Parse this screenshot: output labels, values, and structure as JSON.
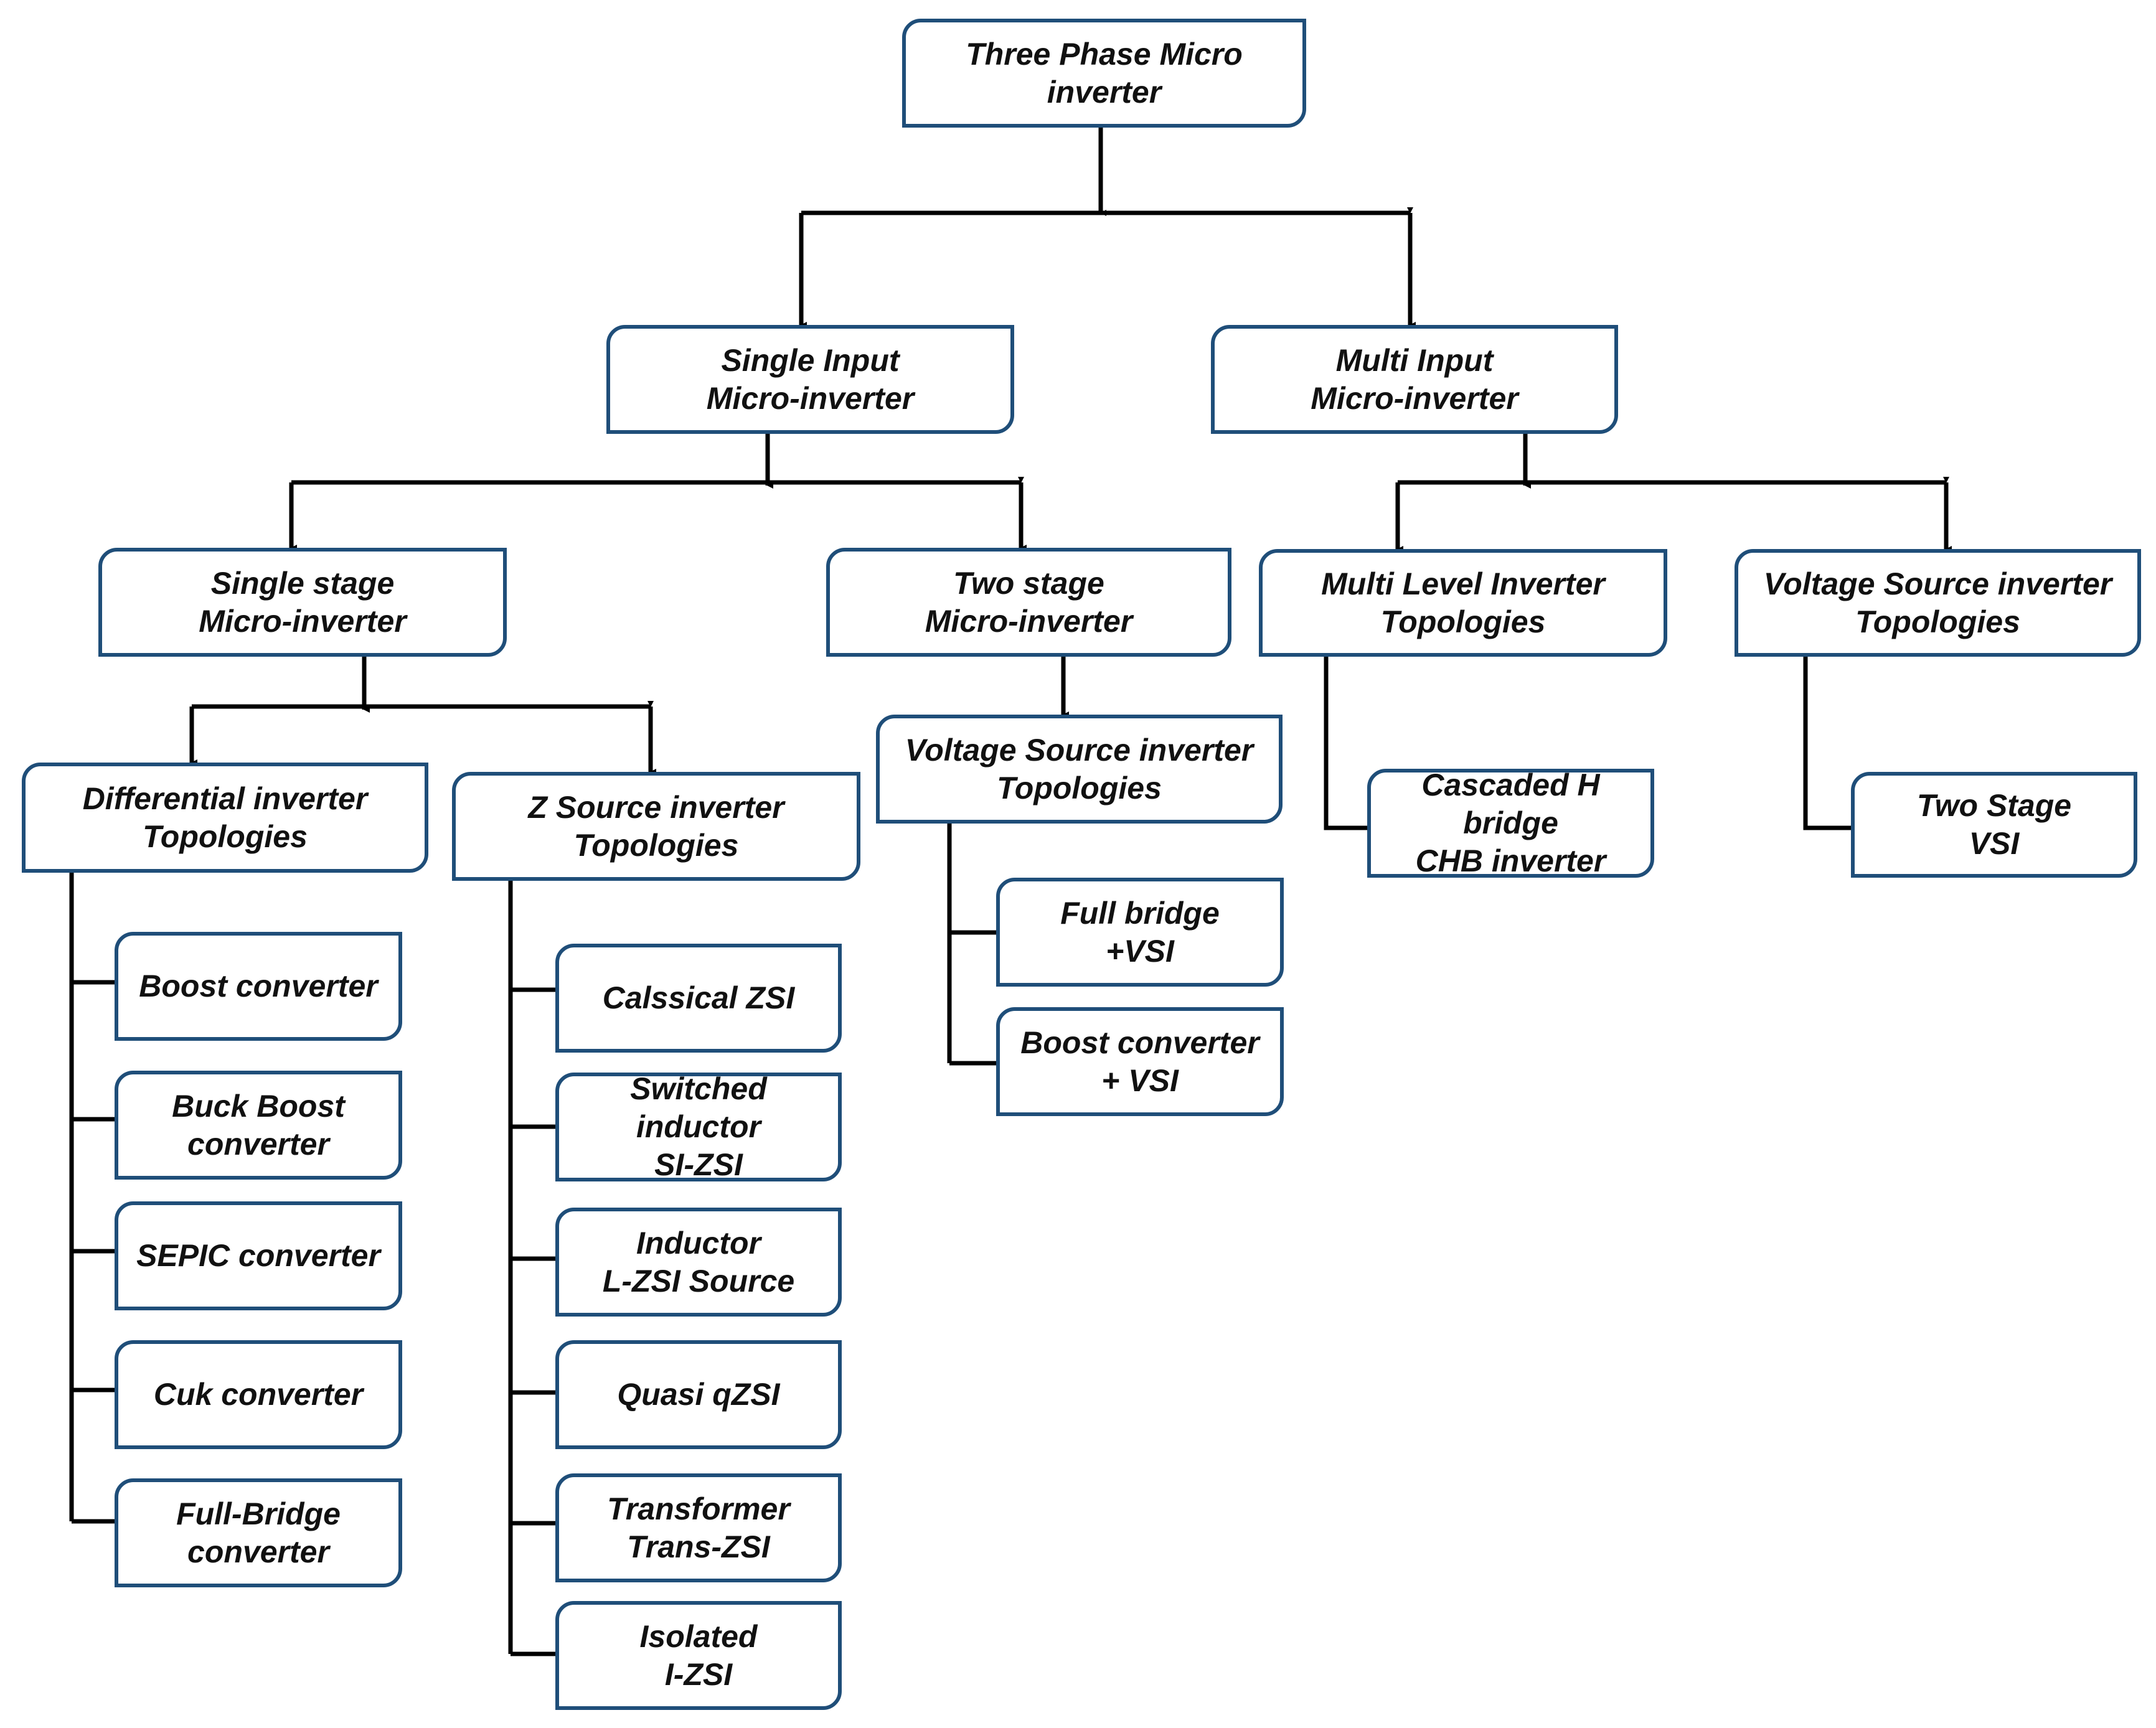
{
  "diagram": {
    "line_color": "#000000",
    "border_color": "#1f4e79",
    "nodes": {
      "root": "Three Phase Micro\ninverter",
      "single_input": "Single Input\nMicro-inverter",
      "multi_input": "Multi Input\nMicro-inverter",
      "single_stage": "Single stage\nMicro-inverter",
      "two_stage": "Two stage\nMicro-inverter",
      "multi_level": "Multi Level Inverter\nTopologies",
      "vsi_multi": "Voltage Source  inverter\nTopologies",
      "differential": "Differential inverter\nTopologies",
      "z_source": "Z Source inverter\nTopologies",
      "vsi_two_stage": "Voltage Source  inverter\nTopologies",
      "cascaded_h": "Cascaded H bridge\nCHB inverter",
      "two_stage_vsi": "Two Stage\nVSI",
      "full_bridge_vsi": "Full bridge\n+VSI",
      "boost_vsi": "Boost converter\n+ VSI",
      "boost": "Boost converter",
      "buck_boost": "Buck Boost\nconverter",
      "sepic": "SEPIC converter",
      "cuk": "Cuk converter",
      "full_bridge": "Full-Bridge\nconverter",
      "classical_zsi": "Calssical ZSI",
      "si_zsi": "Switched inductor\nSI-ZSI",
      "l_zsi": "Inductor\nL-ZSI Source",
      "qzsi": "Quasi qZSI",
      "trans_zsi": "Transformer\nTrans-ZSI",
      "i_zsi": "Isolated\nI-ZSI"
    }
  }
}
